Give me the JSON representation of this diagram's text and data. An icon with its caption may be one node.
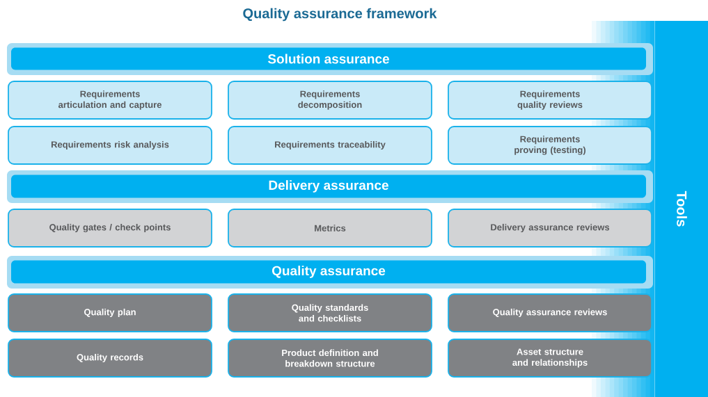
{
  "diagram": {
    "title": "Quality assurance framework",
    "nodes": [
      {
        "text": [
          "Solution assurance"
        ]
      },
      {
        "text": [
          "Requirements articulation and capture"
        ]
      },
      {
        "text": [
          "Requirements decomposition"
        ]
      },
      {
        "text": [
          "Requirements quality reviews"
        ]
      },
      {
        "text": [
          "Requirements risk analysis"
        ]
      },
      {
        "text": [
          "Requirements traceability"
        ]
      },
      {
        "text": [
          "Requirements proving (testing)"
        ]
      },
      {
        "text": [
          "Delivery assurance"
        ]
      },
      {
        "text": [
          "Quality gates / check points"
        ]
      },
      {
        "text": [
          "Metrics"
        ]
      },
      {
        "text": [
          "Delivery assurance reviews"
        ]
      },
      {
        "text": [
          "Quality assurance"
        ]
      },
      {
        "text": [
          "Quality plan"
        ]
      },
      {
        "text": [
          "Quality standards and checklists"
        ]
      },
      {
        "text": [
          "Quality assurance reviews"
        ]
      },
      {
        "text": [
          "Quality records"
        ]
      },
      {
        "text": [
          "Product definition and breakdown structure"
        ]
      },
      {
        "text": [
          "Asset structure and relationships"
        ]
      },
      {
        "text": [
          "Tools"
        ]
      }
    ]
  }
}
